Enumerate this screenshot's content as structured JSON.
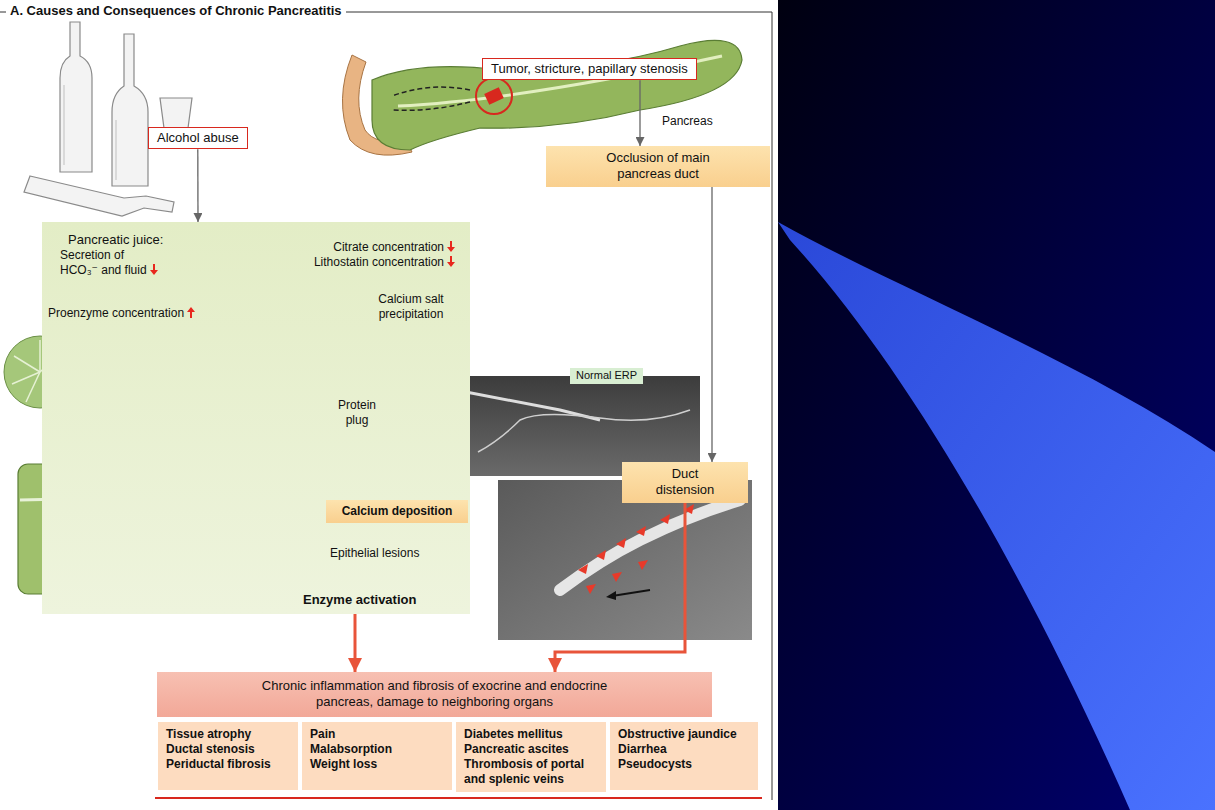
{
  "diagram": {
    "title": "A. Causes and Consequences of Chronic Pancreatitis",
    "nodes": [
      {
        "text": [
          "Alcohol abuse"
        ]
      },
      {
        "text": [
          "Tumor, stricture, papillary stenosis"
        ]
      },
      {
        "text": [
          "Occlusion of main pancreas duct"
        ]
      },
      {
        "text": [
          "Pancreatic juice:"
        ]
      },
      {
        "text": [
          "Secretion of HCO₃⁻ and fluid"
        ],
        "in": 3
      },
      {
        "text": [
          "Citrate concentration",
          "Lithostatin concentration"
        ],
        "in": 3
      },
      {
        "text": [
          "Proenzyme concentration"
        ],
        "in": 3
      },
      {
        "text": [
          "Calcium salt precipitation"
        ],
        "in": 3
      },
      {
        "text": [
          "Protein plug"
        ],
        "in": 3
      },
      {
        "text": [
          "Calcium deposition"
        ],
        "in": 3
      },
      {
        "text": [
          "Epithelial lesions"
        ],
        "in": 3
      },
      {
        "text": [
          "Enzyme activation"
        ],
        "in": 3
      },
      {
        "text": [
          "Normal ERP"
        ]
      },
      {
        "text": [
          "Duct distension"
        ]
      },
      {
        "text": [
          "Chronic inflammation and fibrosis of exocrine and endocrine pancreas, damage to neighboring organs"
        ]
      },
      {
        "text": [
          "Tissue atrophy",
          "Ductal stenosis",
          "Periductal fibrosis"
        ]
      },
      {
        "text": [
          "Pain",
          "Malabsorption",
          "Weight loss"
        ]
      },
      {
        "text": [
          "Diabetes mellitus",
          "Pancreatic ascites",
          "Thrombosis of portal and splenic veins"
        ]
      },
      {
        "text": [
          "Obstructive jaundice",
          "Diarrhea",
          "Pseudocysts"
        ]
      }
    ],
    "edges": [
      {
        "from": 0,
        "to": 3,
        "arrow": "to"
      },
      {
        "from": 1,
        "to": 2,
        "arrow": "to"
      },
      {
        "from": 2,
        "to": 13,
        "arrow": "to"
      },
      {
        "from": 4,
        "to": 6,
        "arrow": "to"
      },
      {
        "from": 5,
        "to": 7,
        "arrow": "to"
      },
      {
        "from": 6,
        "to": 8,
        "arrow": "to"
      },
      {
        "from": 6,
        "to": 11,
        "arrow": "to"
      },
      {
        "from": 7,
        "to": 9,
        "arrow": "to"
      },
      {
        "from": 8,
        "to": 9,
        "arrow": "to"
      },
      {
        "from": 9,
        "to": 10,
        "arrow": "to"
      },
      {
        "from": 10,
        "to": 11,
        "arrow": "to"
      },
      {
        "from": 11,
        "to": 14,
        "arrow": "to"
      },
      {
        "from": 13,
        "to": 14,
        "arrow": "to"
      }
    ],
    "labels": [
      "Pancreas"
    ]
  }
}
